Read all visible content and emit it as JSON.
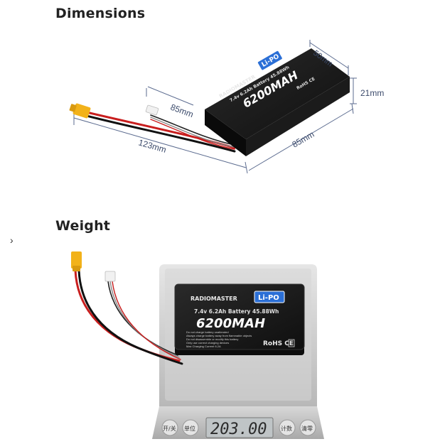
{
  "sections": {
    "dimensions_title": "Dimensions",
    "weight_title": "Weight"
  },
  "nav": {
    "chevron": "›"
  },
  "dimensions": {
    "length_cable_mm": "85mm",
    "total_length_mm": "123mm",
    "width_mm": "50mm",
    "height_mm": "21mm",
    "body_length_mm": "85mm"
  },
  "battery": {
    "brand": "RADIOMASTER",
    "chemistry_badge": "Li-PO",
    "spec_line": "7.4v 6.2Ah Battery 45.88Wh",
    "capacity": "6200MAH",
    "compliance": "RoHS CE",
    "warnings": [
      "Do not charge battery unattended",
      "Always charge battery away from flammable objects",
      "Do not disassemble or modify this battery",
      "Only use correct charging devices",
      "Max Charging Current 6.2A"
    ]
  },
  "scale": {
    "reading": "203.00",
    "buttons": [
      "开/关",
      "单位",
      "计数",
      "清零"
    ]
  },
  "colors": {
    "dim_line": "#5b6b8f",
    "battery_body": "#141414",
    "badge_blue": "#2b6fd6",
    "scale_silver": "#cfcfcf",
    "lcd": "#b9bfc2"
  }
}
